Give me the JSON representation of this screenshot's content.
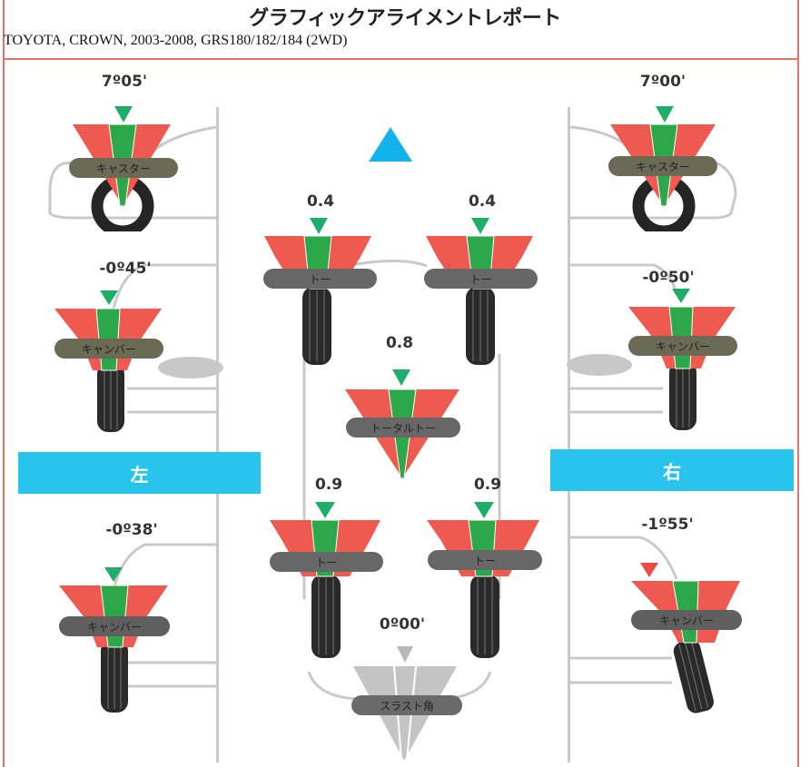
{
  "header": {
    "title": "グラフィックアライメントレポート",
    "vehicle": "TOYOTA, CROWN, 2003-2008, GRS180/182/184 (2WD)"
  },
  "colors": {
    "frame_border": "#e8706f",
    "out_of_spec": "#ee5a4f",
    "in_spec": "#2ca84a",
    "pointer_ok": "#1fae6a",
    "pointer_bad": "#ee4a45",
    "side_banner": "#29c4ee",
    "forward_arrow": "#12b3ec",
    "thrust_gray": "#c4c4c4"
  },
  "labels": {
    "caster": "キャスター",
    "camber": "キャンバー",
    "toe": "トー",
    "total_toe": "トータルトー",
    "thrust": "スラスト角",
    "left": "左",
    "right": "右"
  },
  "front_left": {
    "caster": "7º05'",
    "camber": "-0º45'",
    "toe": "0.4"
  },
  "front_right": {
    "caster": "7º00'",
    "camber": "-0º50'",
    "toe": "0.4"
  },
  "front_total_toe": "0.8",
  "rear_left": {
    "camber": "-0º38'",
    "toe": "0.9"
  },
  "rear_right": {
    "camber": "-1º55'",
    "toe": "0.9"
  },
  "thrust_angle": "0º00'",
  "icons": {
    "forward": "forward-direction-arrow-icon",
    "tire_side": "tire-side-view-icon",
    "tire_front": "tire-front-view-icon",
    "pointer": "indicator-pointer-icon"
  }
}
